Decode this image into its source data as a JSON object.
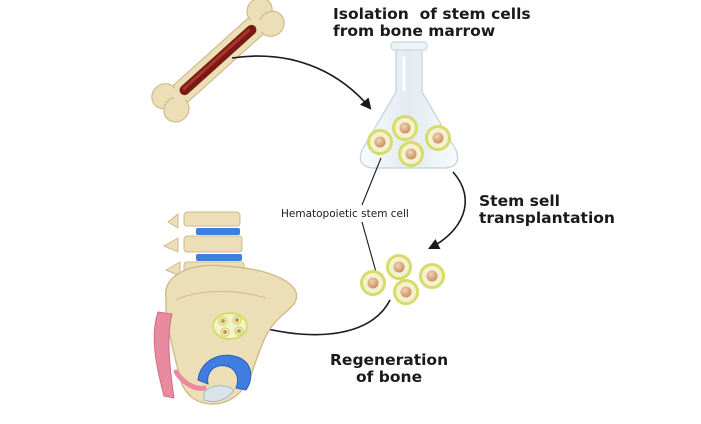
{
  "labels": {
    "isolation_line1": "Isolation  of stem cells",
    "isolation_line2": "from bone marrow",
    "transplant_line1": "Stem sell",
    "transplant_line2": "transplantation",
    "hematopoietic": "Hematopoietic stem cell",
    "regeneration_line1": "Regeneration",
    "regeneration_line2": "of bone"
  },
  "colors": {
    "bone": "#ecdfb8",
    "bone_shade": "#cdbb8c",
    "marrow": "#7a1a14",
    "cell_ring": "#d6dc6a",
    "cell_nucleus": "#d9a77e",
    "flask": "#e6eef4",
    "disc": "#3f7de0",
    "muscle": "#e98aa0",
    "arrow": "#1a1a1a"
  },
  "icons": {
    "long_bone": "femur-bone-icon",
    "flask": "erlenmeyer-flask-icon",
    "cell": "stem-cell-icon",
    "pelvis": "pelvis-spine-icon"
  }
}
